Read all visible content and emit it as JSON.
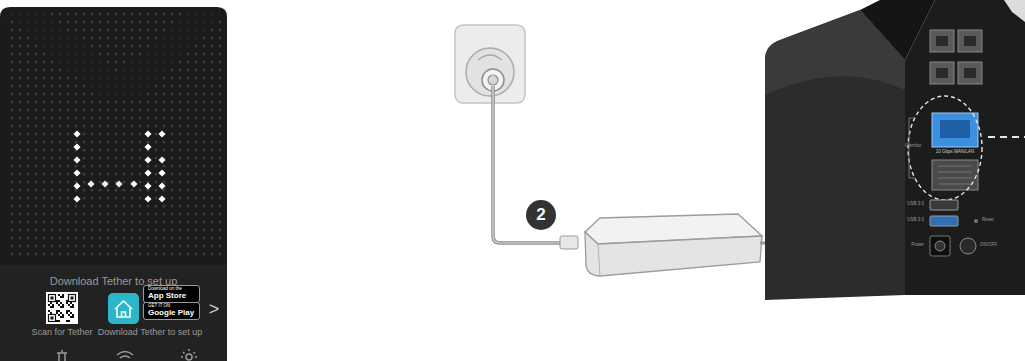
{
  "diagram": {
    "nodes": [
      {
        "text": [
          "Download Tether to set up"
        ]
      },
      {
        "text": [
          "Download on the",
          "App Store"
        ],
        "in": 0
      },
      {
        "text": [
          "GET IT ON",
          "Google Play"
        ],
        "in": 0
      },
      {
        "text": [
          "2"
        ]
      }
    ],
    "labels": [
      "Scan for Tether",
      "Download Tether to set up",
      ">",
      "Combo",
      "10 Gbps WAN/LAN",
      "USB 3.0",
      "USB 3.0",
      "Reset",
      "Power",
      "ON/OFF"
    ]
  }
}
